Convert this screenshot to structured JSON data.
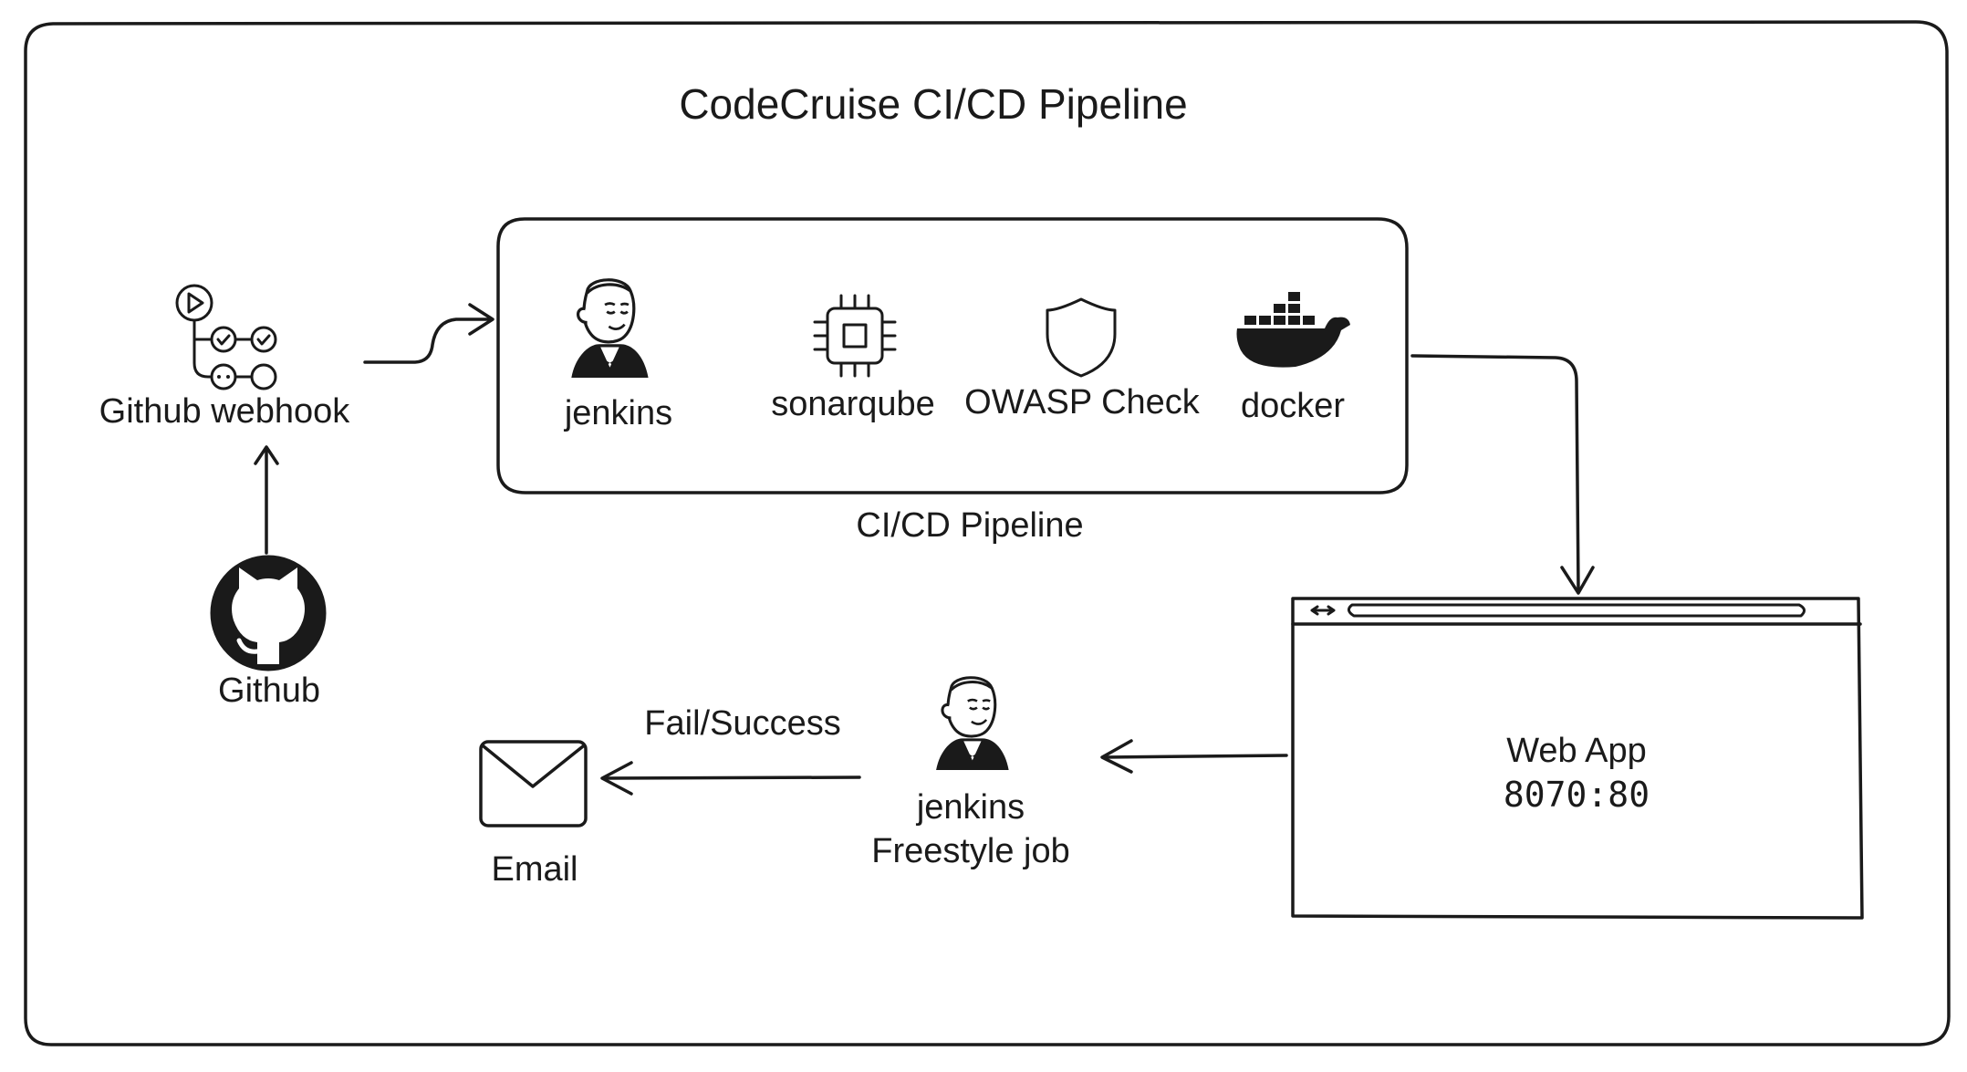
{
  "title": "CodeCruise CI/CD Pipeline",
  "nodes": {
    "github_webhook": {
      "label": "Github webhook",
      "icon": "github-actions-icon"
    },
    "github": {
      "label": "Github",
      "icon": "github-icon"
    },
    "pipeline": {
      "caption": "CI/CD Pipeline",
      "tools": [
        {
          "label": "jenkins",
          "icon": "jenkins-icon"
        },
        {
          "label": "sonarqube",
          "icon": "chip-icon"
        },
        {
          "label": "OWASP Check",
          "icon": "shield-icon"
        },
        {
          "label": "docker",
          "icon": "docker-icon"
        }
      ]
    },
    "web_app": {
      "line1": "Web App",
      "line2": "8070:80",
      "icon": "browser-window-icon"
    },
    "jenkins_job": {
      "line1": "jenkins",
      "line2": "Freestyle job",
      "icon": "jenkins-icon"
    },
    "email": {
      "label": "Email",
      "icon": "envelope-icon"
    }
  },
  "edges": {
    "notify_label": "Fail/Success"
  }
}
